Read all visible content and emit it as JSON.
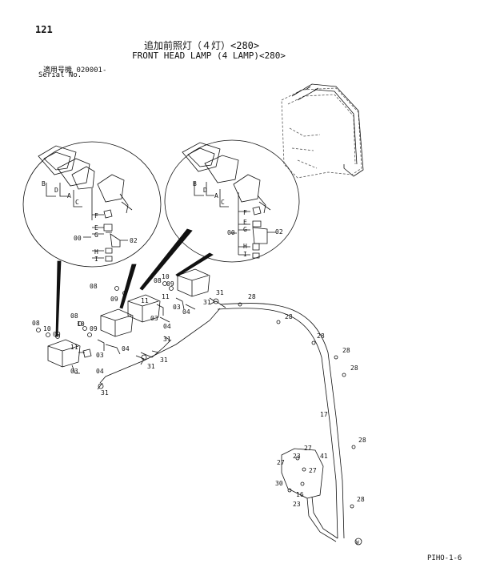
{
  "header": {
    "page_number": "121",
    "title_jp": "追加前照灯（４灯）<280>",
    "title_en": "FRONT HEAD LAMP (4 LAMP)<280>",
    "serial_label_jp": "適用号機",
    "serial_value": "020001-",
    "serial_label_en": "Serial No."
  },
  "detail_left_labels": [
    "B",
    "D",
    "A",
    "C",
    "F",
    "E",
    "G",
    "00",
    "02",
    "H",
    "I"
  ],
  "detail_right_labels": [
    "B",
    "D",
    "A",
    "C",
    "F",
    "E",
    "G",
    "00",
    "02",
    "H",
    "I"
  ],
  "callouts": {
    "c08a": "08",
    "c10a": "10",
    "c09a": "09",
    "c11a": "11",
    "c03a": "03",
    "c04a": "04",
    "c08b": "08",
    "c10b": "10",
    "c09b": "09",
    "c03b": "03",
    "c04b": "04",
    "c08c": "08",
    "c09c": "09",
    "c11c": "11",
    "c03c": "03",
    "c04c": "04",
    "c08d": "08",
    "c10d": "10",
    "c09d": "09",
    "c11d": "11",
    "c03d": "03",
    "c04d": "04",
    "c31a": "31",
    "c31b": "31",
    "c31c": "31",
    "c31d": "31",
    "c31e": "31",
    "c31f": "31",
    "c28a": "28",
    "c28b": "28",
    "c28c": "28",
    "c28d": "28",
    "c28e": "28",
    "c28f": "28",
    "c28g": "28",
    "c17": "17",
    "c27a": "27",
    "c27b": "27",
    "c27c": "27",
    "c23a": "23",
    "c23b": "23",
    "c41": "41",
    "c30": "30",
    "c16": "16",
    "cW": "W"
  },
  "footer": {
    "code": "PIHO-1-6"
  }
}
